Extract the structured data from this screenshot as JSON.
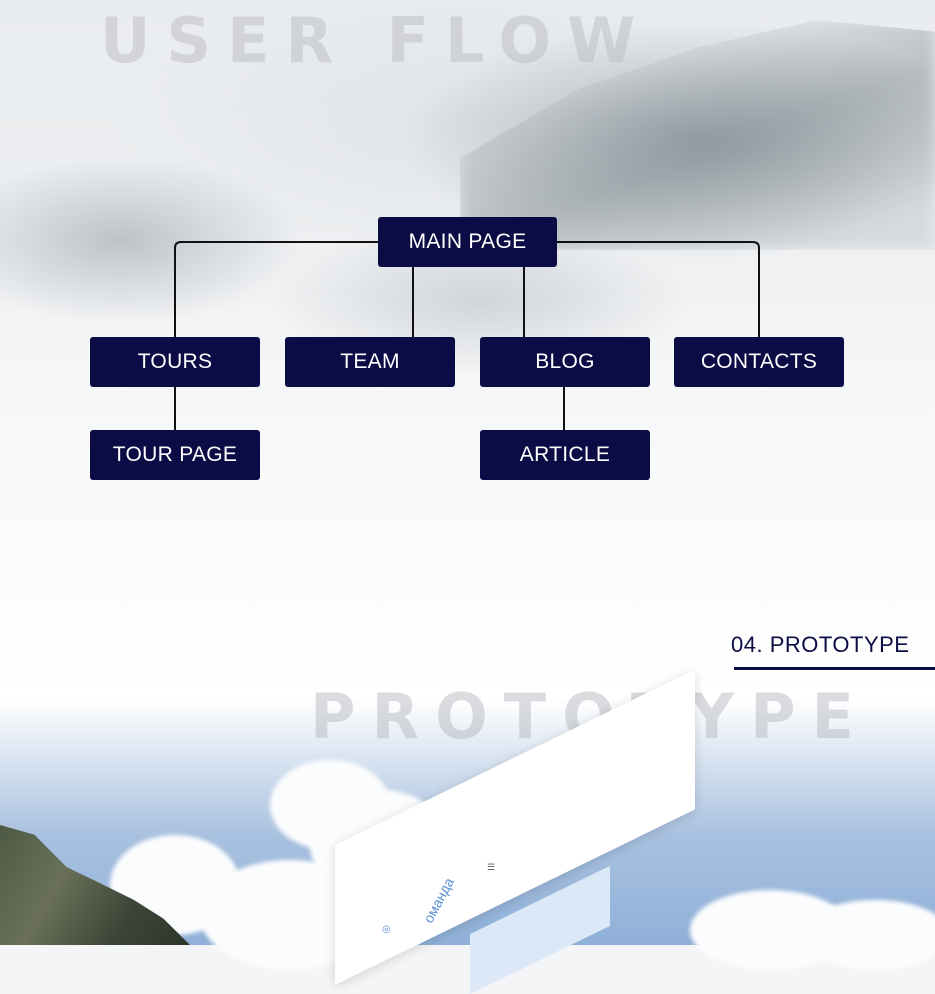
{
  "watermarks": {
    "user_flow": "USER FLOW",
    "prototype": "PROTOTYPE"
  },
  "flow": {
    "root": "MAIN PAGE",
    "level1": [
      "TOURS",
      "TEAM",
      "BLOG",
      "CONTACTS"
    ],
    "tours_child": "TOUR PAGE",
    "blog_child": "ARTICLE"
  },
  "section": {
    "label": "04. PROTOTYPE"
  },
  "mockup": {
    "heading": "оманда"
  },
  "colors": {
    "node_fill": "#0b0b45",
    "node_text": "#ffffff",
    "connector": "#111111"
  }
}
